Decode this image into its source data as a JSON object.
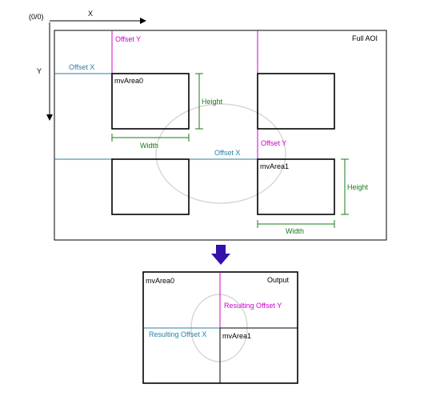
{
  "axes": {
    "origin": "(0/0)",
    "x": "X",
    "y": "Y"
  },
  "full_aoi": {
    "title": "Full AOI",
    "offset_x_left": "Offset X",
    "offset_y_top": "Offset Y",
    "offset_x_mid": "Offset X",
    "offset_y_mid": "Offset Y",
    "area0": "mvArea0",
    "area1": "mvArea1",
    "height_left": "Height",
    "height_right": "Height",
    "width_left": "Width",
    "width_right": "Width"
  },
  "output": {
    "title": "Output",
    "area0": "mvArea0",
    "area1": "mvArea1",
    "resulting_offset_y": "Resulting Offset Y",
    "resulting_offset_x": "Resulting Offset X"
  },
  "colors": {
    "magenta": "#cc00cc",
    "teal": "#2b7fa6",
    "green": "#1a7a1a",
    "arrow": "#3311aa"
  }
}
